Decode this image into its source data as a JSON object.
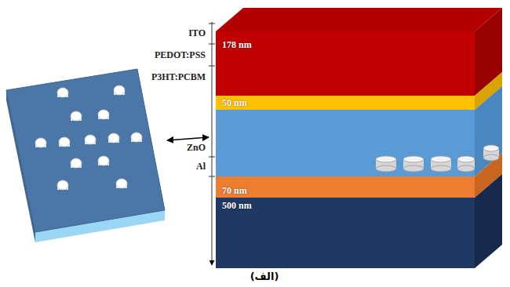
{
  "diagram": {
    "caption": "(الف)",
    "nodes": [
      {
        "text": [
          "178 nm"
        ]
      },
      {
        "text": [
          "50 nm"
        ]
      },
      {
        "text": [
          "70 nm"
        ]
      },
      {
        "text": [
          "500 nm"
        ]
      }
    ],
    "labels": [
      "ITO",
      "PEDOT:PSS",
      "P3HT:PCBM",
      "ZnO",
      "Al"
    ]
  }
}
